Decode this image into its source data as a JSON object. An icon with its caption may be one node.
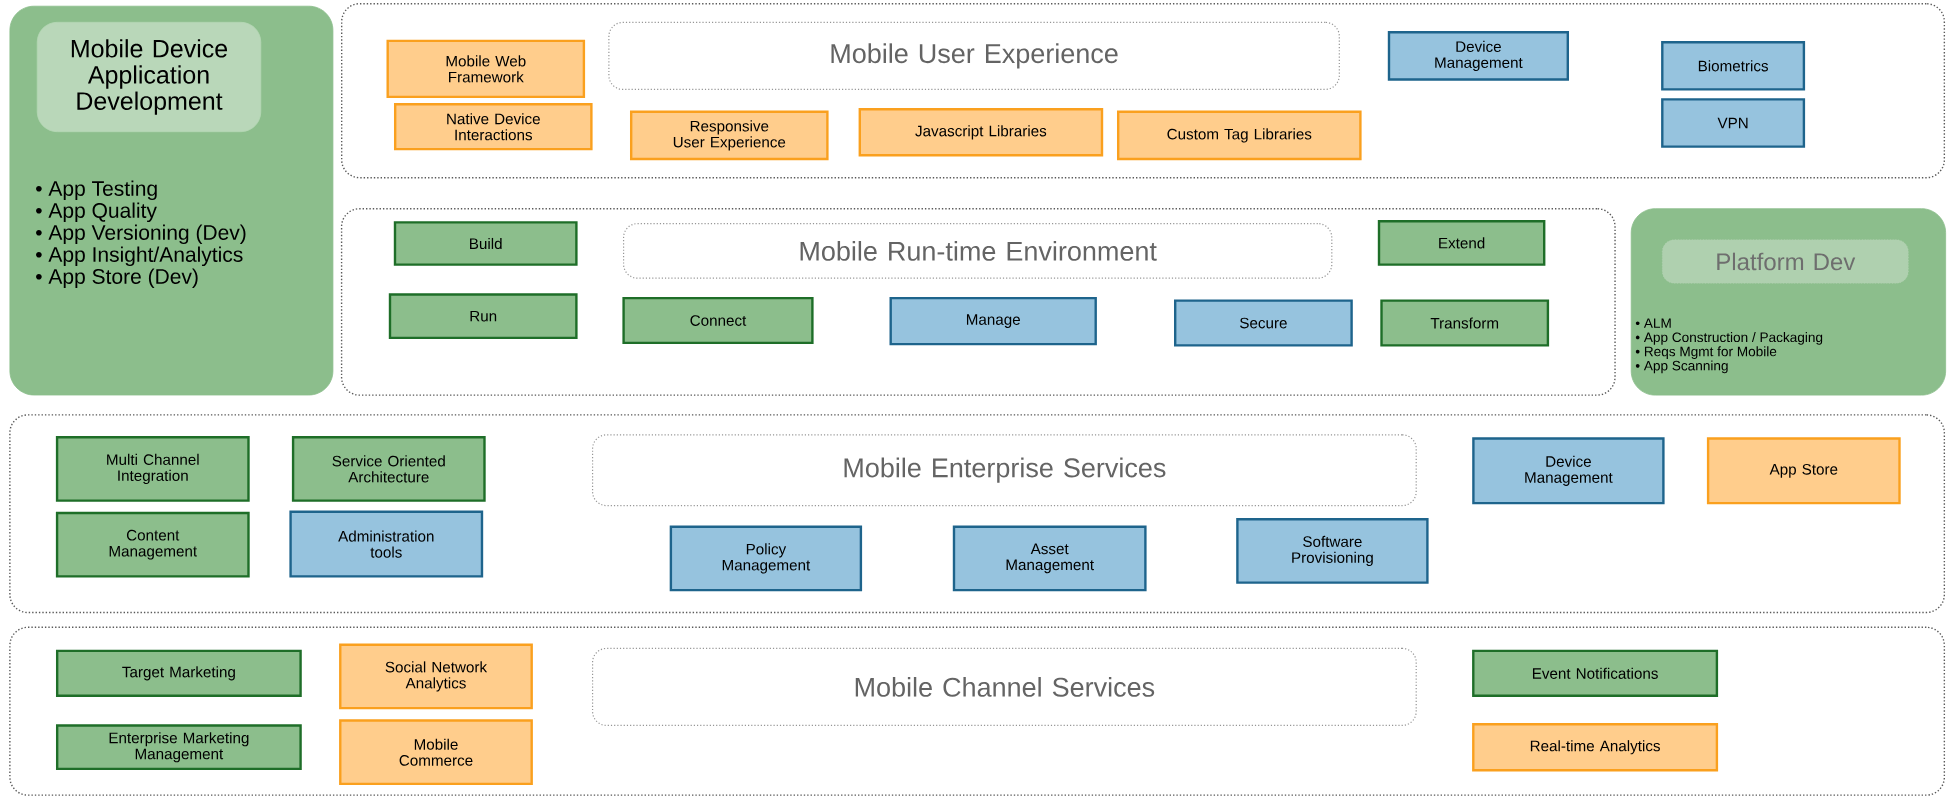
{
  "diagram": {
    "nodes": [
      {
        "text": [
          "• App Testing",
          "• App Quality",
          "• App Versioning (Dev)",
          "• App Insight/Analytics",
          "• App Store (Dev)"
        ]
      },
      {
        "text": [
          "Mobile Device Application Development"
        ],
        "in": 0
      },
      {
        "text": [],
        "shape": "box"
      },
      {
        "text": [
          "Mobile User Experience"
        ],
        "in": 2
      },
      {
        "text": [
          "Mobile Web Framework"
        ],
        "in": 2
      },
      {
        "text": [
          "Native Device Interactions"
        ],
        "in": 2
      },
      {
        "text": [
          "Responsive User Experience"
        ],
        "in": 2
      },
      {
        "text": [
          "Javascript Libraries"
        ],
        "in": 2
      },
      {
        "text": [
          "Custom Tag Libraries"
        ],
        "in": 2
      },
      {
        "text": [
          "Device Management"
        ],
        "in": 2
      },
      {
        "text": [
          "Biometrics"
        ],
        "in": 2
      },
      {
        "text": [
          "VPN"
        ],
        "in": 2
      },
      {
        "text": [],
        "shape": "box"
      },
      {
        "text": [
          "Mobile Run-time Environment"
        ],
        "in": 12
      },
      {
        "text": [
          "Build"
        ],
        "in": 12
      },
      {
        "text": [
          "Run"
        ],
        "in": 12
      },
      {
        "text": [
          "Connect"
        ],
        "in": 12
      },
      {
        "text": [
          "Manage"
        ],
        "in": 12
      },
      {
        "text": [
          "Secure"
        ],
        "in": 12
      },
      {
        "text": [
          "Extend"
        ],
        "in": 12
      },
      {
        "text": [
          "Transform"
        ],
        "in": 12
      },
      {
        "text": [
          "• ALM",
          "• App Construction / Packaging",
          "• Reqs Mgmt for Mobile",
          "• App Scanning"
        ]
      },
      {
        "text": [
          "Platform Dev"
        ],
        "in": 21
      },
      {
        "text": [],
        "shape": "box"
      },
      {
        "text": [
          "Mobile Enterprise Services"
        ],
        "in": 23
      },
      {
        "text": [
          "Multi Channel Integration"
        ],
        "in": 23
      },
      {
        "text": [
          "Service Oriented Architecture"
        ],
        "in": 23
      },
      {
        "text": [
          "Content Management"
        ],
        "in": 23
      },
      {
        "text": [
          "Administration tools"
        ],
        "in": 23
      },
      {
        "text": [
          "Policy Management"
        ],
        "in": 23
      },
      {
        "text": [
          "Asset Management"
        ],
        "in": 23
      },
      {
        "text": [
          "Software Provisioning"
        ],
        "in": 23
      },
      {
        "text": [
          "Device Management"
        ],
        "in": 23
      },
      {
        "text": [
          "App Store"
        ],
        "in": 23
      },
      {
        "text": [],
        "shape": "box"
      },
      {
        "text": [
          "Mobile Channel Services"
        ],
        "in": 34
      },
      {
        "text": [
          "Target Marketing"
        ],
        "in": 34
      },
      {
        "text": [
          "Enterprise Marketing Management"
        ],
        "in": 34
      },
      {
        "text": [
          "Social Network Analytics"
        ],
        "in": 34
      },
      {
        "text": [
          "Mobile Commerce"
        ],
        "in": 34
      },
      {
        "text": [
          "Event Notifications"
        ],
        "in": 34
      },
      {
        "text": [
          "Real-time Analytics"
        ],
        "in": 34
      }
    ]
  }
}
